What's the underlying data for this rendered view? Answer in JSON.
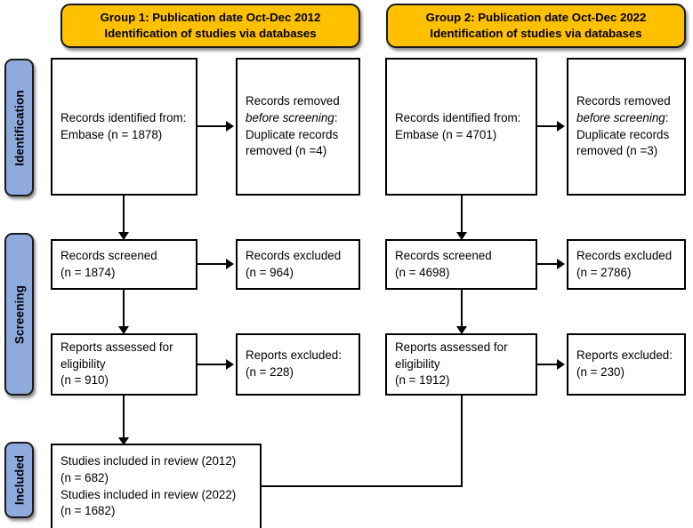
{
  "stages": [
    {
      "label": "Identification",
      "name": "identification"
    },
    {
      "label": "Screening",
      "name": "screening"
    },
    {
      "label": "Included",
      "name": "included"
    }
  ],
  "groups": [
    {
      "banner_line1": "Group 1: Publication date Oct-Dec 2012",
      "banner_line2": "Identification of studies via databases",
      "identified": {
        "line1": "Records identified from:",
        "line2": "Embase (n = 1878)"
      },
      "removed": {
        "line1": "Records removed",
        "line2": "before screening",
        "line2_suffix": ":",
        "line3": "Duplicate records",
        "line4": "removed  (n =4)"
      },
      "screened": {
        "line1": "Records screened",
        "line2": "(n = 1874)"
      },
      "screen_excluded": {
        "line1": "Records excluded",
        "line2": "(n = 964)"
      },
      "assessed": {
        "line1": "Reports assessed for",
        "line2": "eligibility",
        "line3": "(n = 910)"
      },
      "reports_excluded": {
        "line1": "Reports excluded:",
        "line2": "(n = 228)"
      }
    },
    {
      "banner_line1": "Group 2: Publication date Oct-Dec 2022",
      "banner_line2": "Identification of studies via databases",
      "identified": {
        "line1": "Records identified from:",
        "line2": "Embase (n = 4701)"
      },
      "removed": {
        "line1": "Records removed",
        "line2": "before screening",
        "line2_suffix": ":",
        "line3": "Duplicate records",
        "line4": "removed  (n =3)"
      },
      "screened": {
        "line1": "Records screened",
        "line2": "(n = 4698)"
      },
      "screen_excluded": {
        "line1": "Records excluded",
        "line2": "(n = 2786)"
      },
      "assessed": {
        "line1": "Reports assessed for",
        "line2": "eligibility",
        "line3": "(n = 1912)"
      },
      "reports_excluded": {
        "line1": "Reports excluded:",
        "line2": "(n = 230)"
      }
    }
  ],
  "included_box": {
    "line1": "Studies included in review (2012)",
    "line2": "(n = 682)",
    "line3": "Studies included in review (2022)",
    "line4": "(n = 1682)"
  },
  "colors": {
    "banner": "#FFC000",
    "stage_pill": "#8FAADC",
    "box_border": "#000000",
    "background": "#FFFFFF"
  },
  "chart_data": {
    "type": "diagram",
    "title": "PRISMA flow diagram",
    "series": [
      {
        "name": "Group 1: Publication date Oct-Dec 2012",
        "records_identified_embase": 1878,
        "duplicates_removed": 4,
        "records_screened": 1874,
        "records_excluded": 964,
        "reports_assessed_for_eligibility": 910,
        "reports_excluded": 228,
        "studies_included": 682
      },
      {
        "name": "Group 2: Publication date Oct-Dec 2022",
        "records_identified_embase": 4701,
        "duplicates_removed": 3,
        "records_screened": 4698,
        "records_excluded": 2786,
        "reports_assessed_for_eligibility": 1912,
        "reports_excluded": 230,
        "studies_included": 1682
      }
    ]
  }
}
